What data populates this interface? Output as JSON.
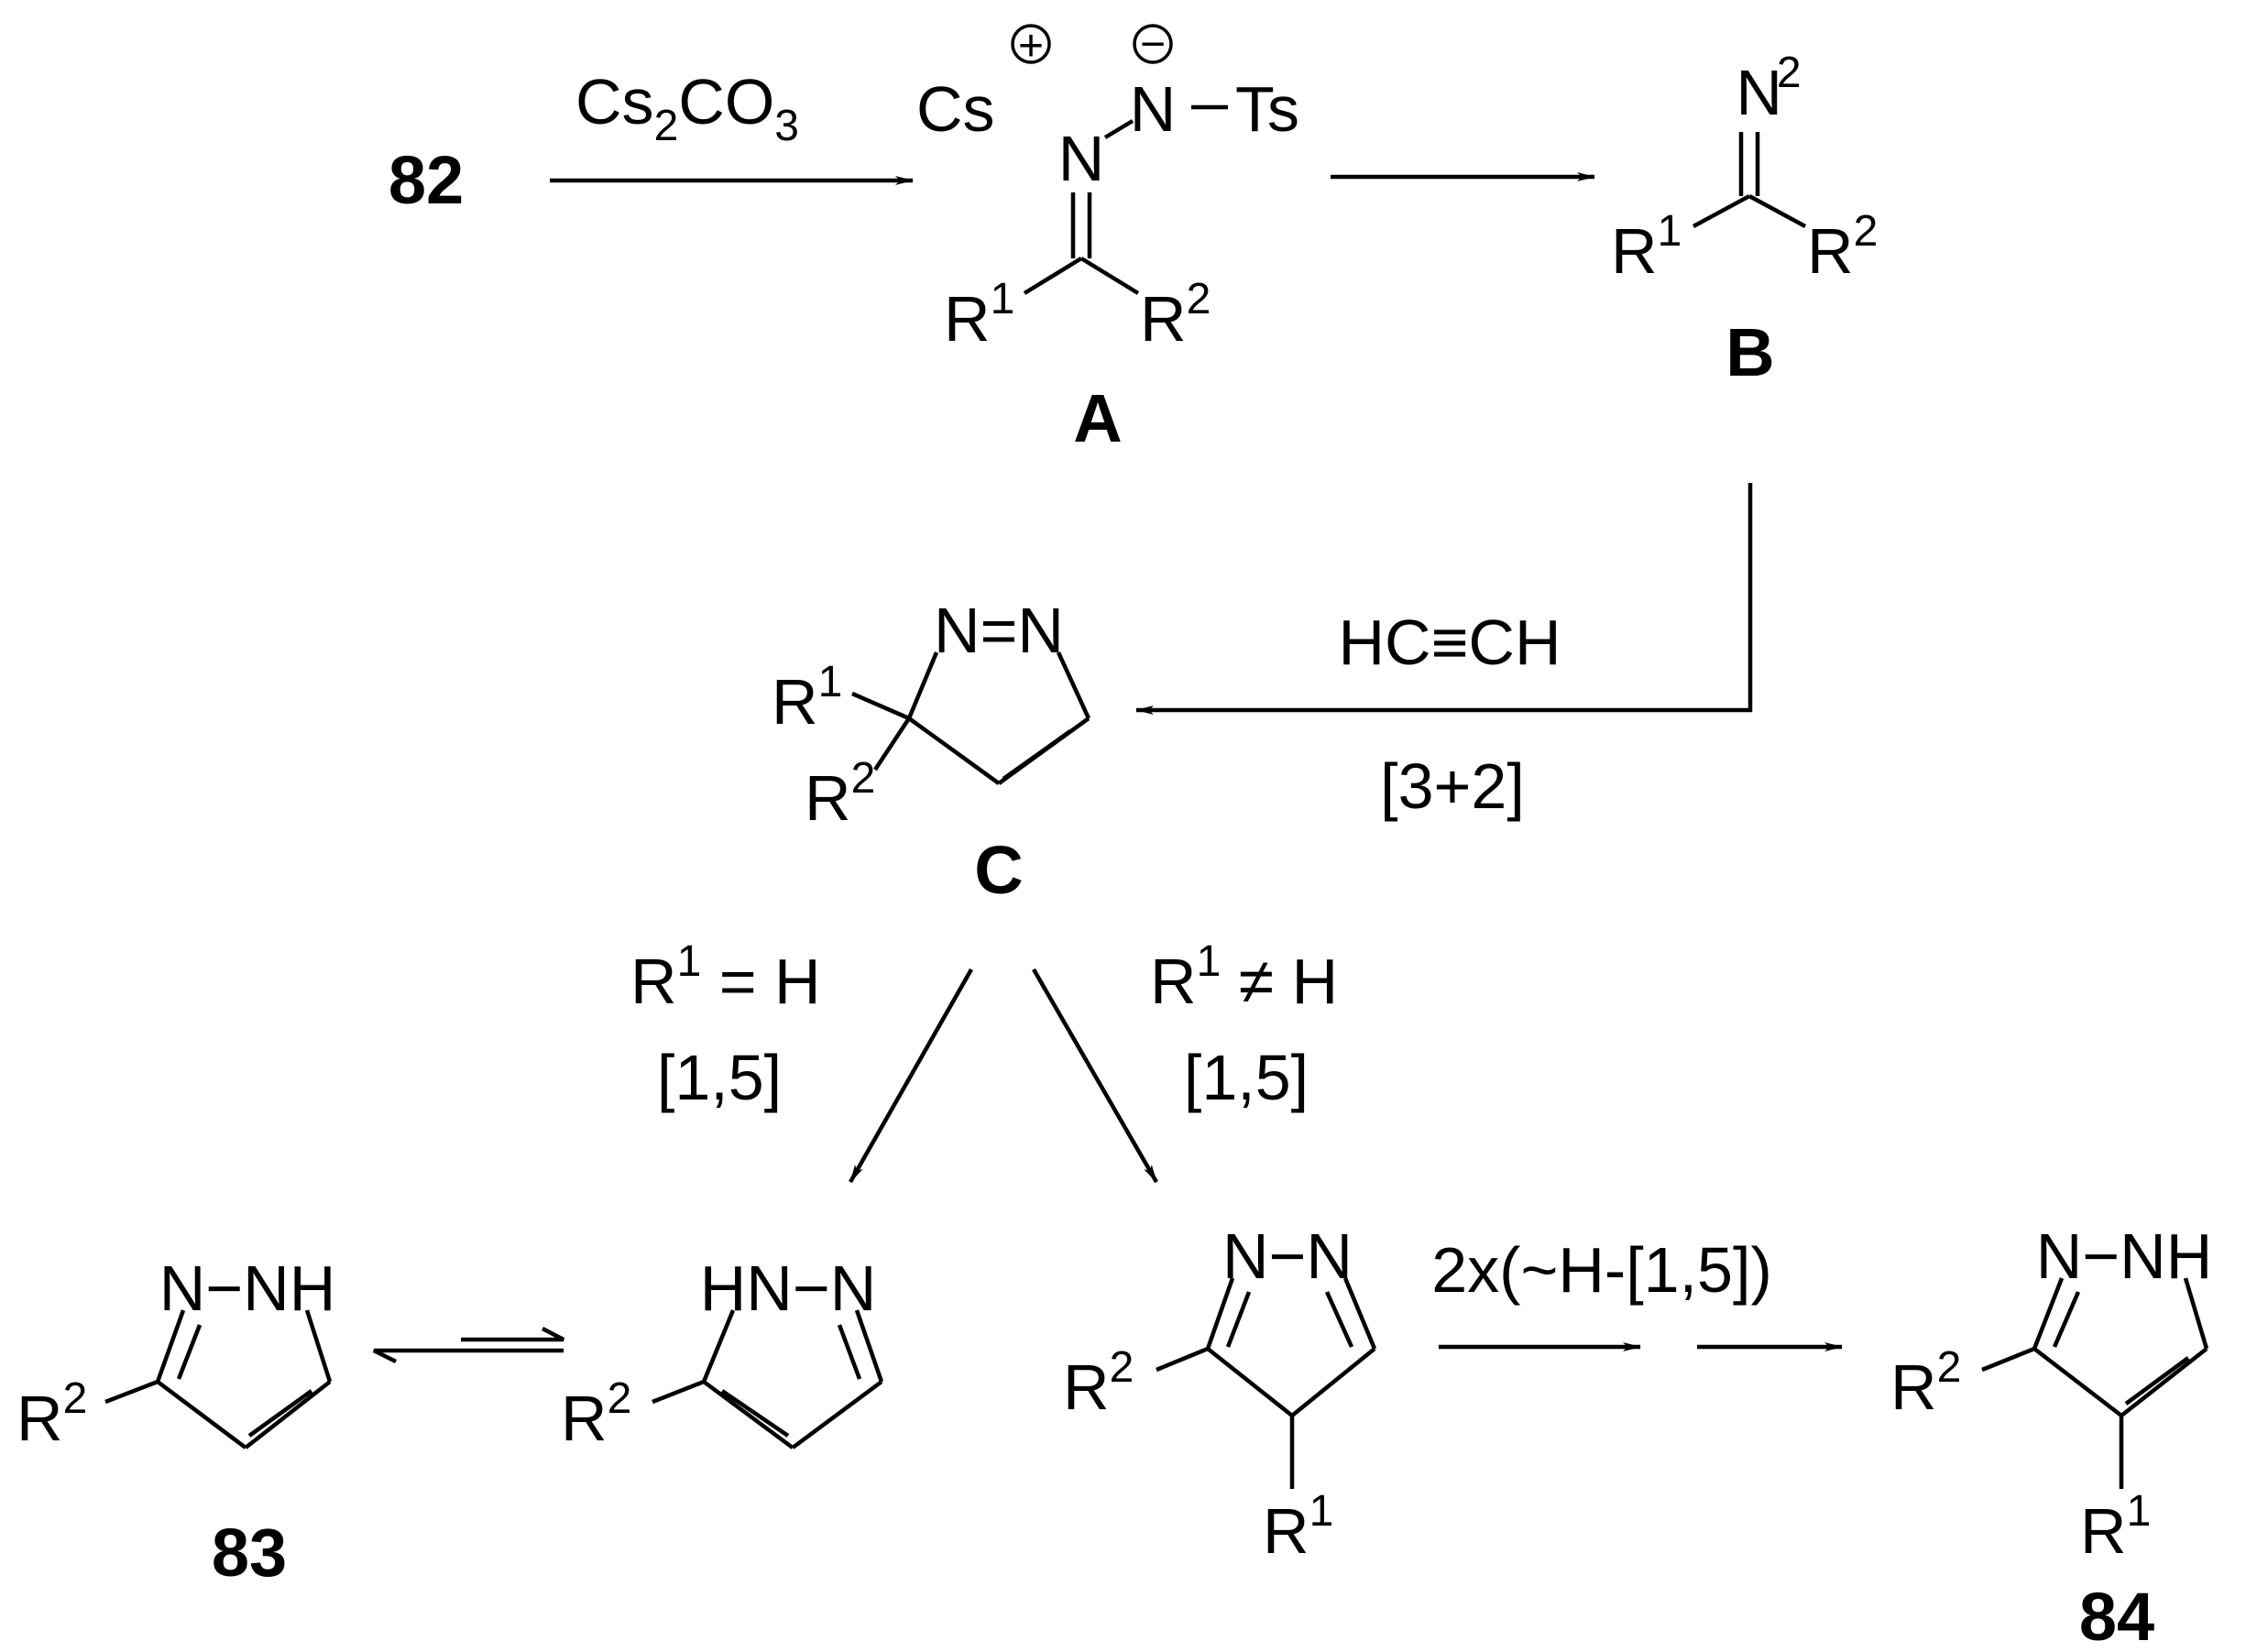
{
  "labels": {
    "start": "82",
    "A": "A",
    "B": "B",
    "C": "C",
    "p83": "83",
    "p84": "84"
  },
  "reagents": {
    "base_main": "Cs",
    "base_sub1": "2",
    "base_mid": "CO",
    "base_sub2": "3",
    "alkyne": "HC≡CH",
    "cycloaddition": "[3+2]",
    "cond_left_r": "R",
    "cond_left_sup": "1",
    "cond_left_rest": " = H",
    "cond_left_shift": "[1,5]",
    "cond_right_r": "R",
    "cond_right_sup": "1",
    "cond_right_rest": " ≠ H",
    "cond_right_shift": "[1,5]",
    "double_shift": "2x(~H-[1,5])"
  },
  "atoms": {
    "cs": "Cs",
    "plus": "+",
    "minus": "−",
    "n": "N",
    "ts": "Ts",
    "dash": "−",
    "n2_n": "N",
    "n2_sub": "2",
    "r": "R",
    "one": "1",
    "two": "2",
    "nh": "NH",
    "hn": "HN",
    "nn": "N=N",
    "n_n": "N−N",
    "n_nh": "N−NH",
    "hn_n": "HN−N"
  }
}
